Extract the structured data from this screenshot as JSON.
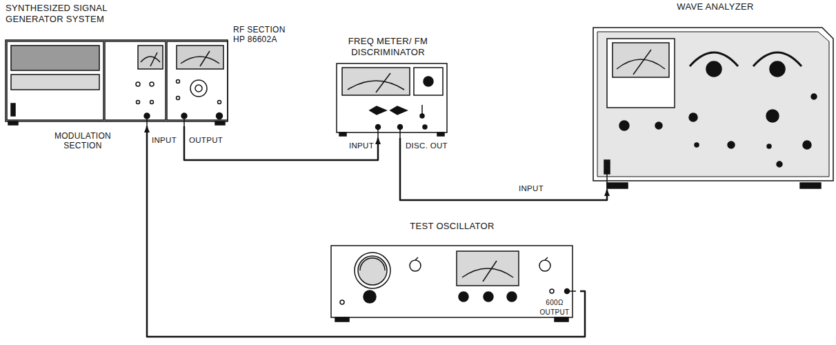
{
  "diagram": {
    "nodes": [
      {
        "text": [
          "SYNTHESIZED SIGNAL GENERATOR SYSTEM"
        ]
      },
      {
        "text": [
          "FREQ METER/ FM DISCRIMINATOR"
        ]
      },
      {
        "text": [
          "WAVE ANALYZER"
        ]
      },
      {
        "text": [
          "TEST OSCILLATOR"
        ]
      }
    ],
    "edges": [
      {
        "from": 3,
        "to": 0,
        "arrow": "to"
      },
      {
        "from": 0,
        "to": 1,
        "arrow": "to"
      },
      {
        "from": 1,
        "to": 2,
        "arrow": "to"
      }
    ],
    "labels": [
      "RF SECTION HP 86602A",
      "MODULATION SECTION",
      "INPUT",
      "OUTPUT",
      "INPUT",
      "DISC. OUT",
      "INPUT",
      "600Ω OUTPUT"
    ]
  }
}
